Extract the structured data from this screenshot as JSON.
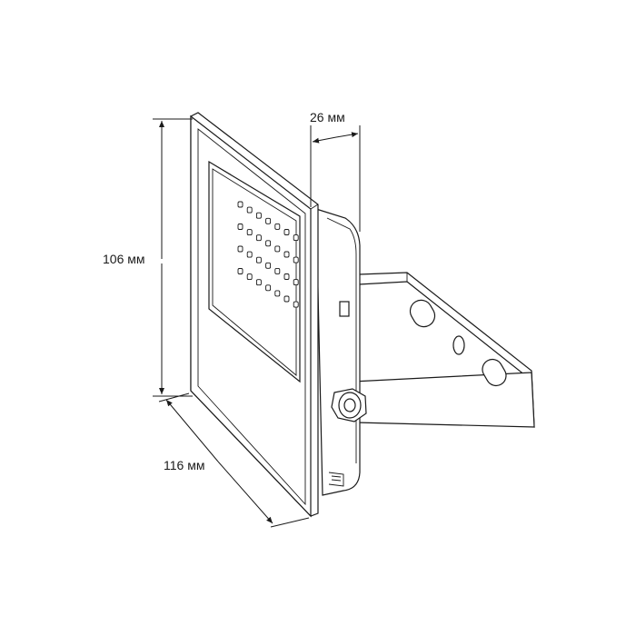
{
  "dimensions": {
    "height": "106 мм",
    "depth": "26 мм",
    "width": "116 мм"
  },
  "colors": {
    "line": "#1a1a1a",
    "background": "#ffffff"
  },
  "led_grid": {
    "rows": 4,
    "columns": 7
  }
}
